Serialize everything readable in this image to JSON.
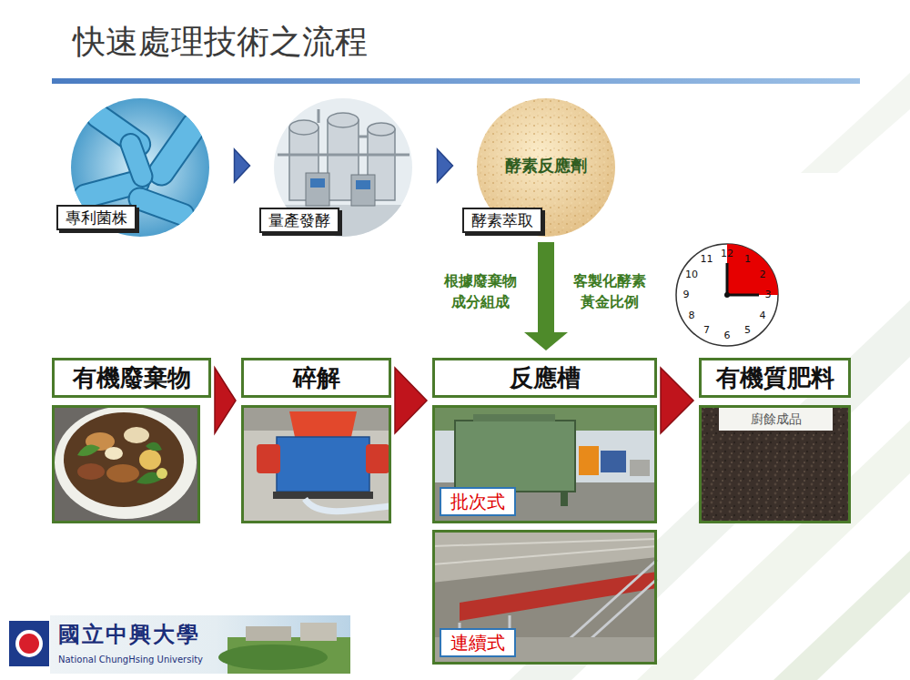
{
  "diagram": {
    "title": "快速處理技術之流程",
    "nodes": [
      {
        "text": [
          "專利菌株"
        ]
      },
      {
        "text": [
          "量產發酵"
        ]
      },
      {
        "text": [
          "酵素反應劑",
          "酵素萃取"
        ]
      },
      {
        "text": [
          "有機廢棄物"
        ]
      },
      {
        "text": [
          "碎解"
        ]
      },
      {
        "text": [
          "反應槽"
        ]
      },
      {
        "text": [
          "批次式"
        ],
        "in": 5
      },
      {
        "text": [
          "連續式"
        ],
        "in": 5
      },
      {
        "text": [
          "有機質肥料"
        ]
      }
    ],
    "edges": [
      {
        "from": 0,
        "to": 1,
        "arrow": "to"
      },
      {
        "from": 1,
        "to": 2,
        "arrow": "to"
      },
      {
        "from": 2,
        "to": 5,
        "arrow": "to"
      },
      {
        "from": 3,
        "to": 4,
        "arrow": "to"
      },
      {
        "from": 4,
        "to": 5,
        "arrow": "to"
      },
      {
        "from": 5,
        "to": 8,
        "arrow": "to"
      }
    ],
    "labels": [
      "根據廢棄物 成分組成",
      "客製化酵素 黃金比例",
      "12",
      "1",
      "2",
      "3",
      "4",
      "5",
      "6",
      "7",
      "8",
      "9",
      "10",
      "11",
      "廚餘成品",
      "國立中興大學",
      "National ChungHsing University"
    ]
  }
}
